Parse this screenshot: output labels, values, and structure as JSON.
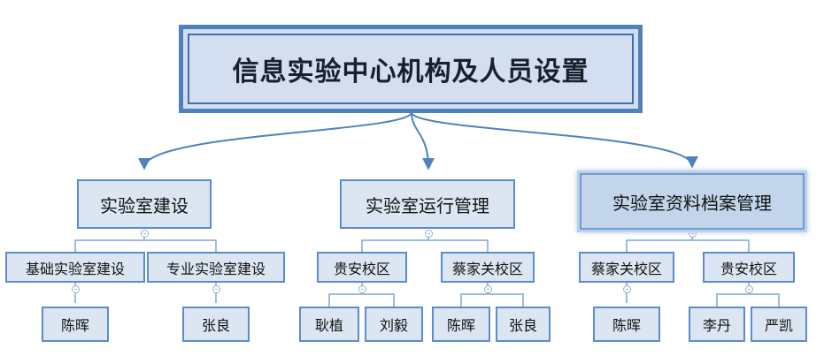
{
  "root": {
    "title": "信息实验中心机构及人员设置"
  },
  "branches": [
    {
      "label": "实验室建设",
      "children": [
        {
          "label": "基础实验室建设",
          "members": [
            "陈晖"
          ]
        },
        {
          "label": "专业实验室建设",
          "members": [
            "张良"
          ]
        }
      ]
    },
    {
      "label": "实验室运行管理",
      "children": [
        {
          "label": "贵安校区",
          "members": [
            "耿植",
            "刘毅"
          ]
        },
        {
          "label": "蔡家关校区",
          "members": [
            "陈晖",
            "张良"
          ]
        }
      ]
    },
    {
      "label": "实验室资料档案管理",
      "children": [
        {
          "label": "蔡家关校区",
          "members": [
            "陈晖"
          ]
        },
        {
          "label": "贵安校区",
          "members": [
            "李丹",
            "严凯"
          ]
        }
      ]
    }
  ]
}
